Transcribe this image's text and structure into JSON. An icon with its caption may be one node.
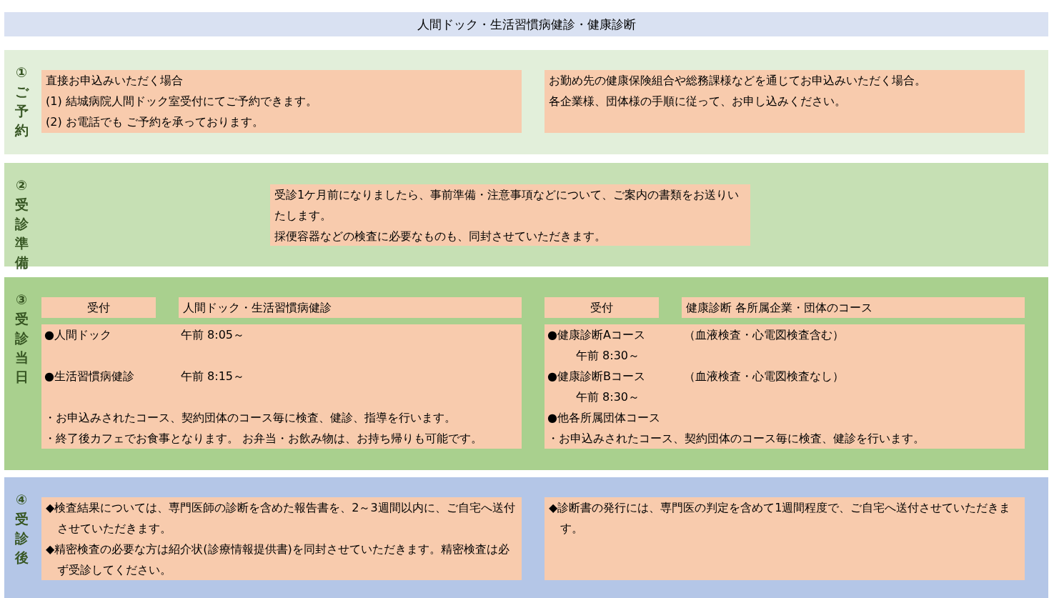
{
  "diagram": {
    "title": "人間ドック・生活習慣病健診・健康診断",
    "nodes": [
      {
        "text": [
          "①ご予約"
        ]
      },
      {
        "text": [
          "直接お申込みいただく場合",
          "(1) 結城病院人間ドック室受付にてご予約できます。",
          "(2) お電話でも ご予約を承っております。"
        ],
        "in": 0
      },
      {
        "text": [
          "お勤め先の健康保険組合や総務課様などを通じてお申込みいただく場合。",
          "各企業様、団体様の手順に従って、お申し込みください。"
        ],
        "in": 0
      },
      {
        "text": [
          "②受診準備"
        ]
      },
      {
        "text": [
          "受診1ケ月前になりましたら、事前準備・注意事項などについて、ご案内の書類をお送りいたします。",
          "採便容器などの検査に必要なものも、同封させていただきます。"
        ],
        "in": 3
      },
      {
        "text": [
          "③受診当日"
        ]
      },
      {
        "text": [
          "受付"
        ],
        "in": 5
      },
      {
        "text": [
          "人間ドック・生活習慣病健診"
        ],
        "in": 5
      },
      {
        "text": [
          "●人間ドック",
          "午前 8:05～",
          "●生活習慣病健診",
          "午前 8:15～",
          "・お申込みされたコース、契約団体のコース毎に検査、健診、指導を行います。",
          "・終了後カフェでお食事となります。 お弁当・お飲み物は、お持ち帰りも可能です。"
        ],
        "in": 5
      },
      {
        "text": [
          "受付"
        ],
        "in": 5
      },
      {
        "text": [
          "健康診断 各所属企業・団体のコース"
        ],
        "in": 5
      },
      {
        "text": [
          "●健康診断Aコース",
          "（血液検査・心電図検査含む）",
          "午前 8:30～",
          "●健康診断Bコース",
          "（血液検査・心電図検査なし）",
          "午前 8:30～",
          "●他各所属団体コース",
          "・お申込みされたコース、契約団体のコース毎に検査、健診を行います。"
        ],
        "in": 5
      },
      {
        "text": [
          "④受診後"
        ]
      },
      {
        "text": [
          "◆検査結果については、専門医師の診断を含めた報告書を、2～3週間以内に、ご自宅へ送付させていただきます。",
          "◆精密検査の必要な方は紹介状(診療情報提供書)を同封させていただきます。精密検査は必ず受診してください。"
        ],
        "in": 12
      },
      {
        "text": [
          "◆診断書の発行には、専門医の判定を含めて1週間程度で、ご自宅へ送付させていただきます。"
        ],
        "in": 12
      }
    ],
    "edges": []
  }
}
